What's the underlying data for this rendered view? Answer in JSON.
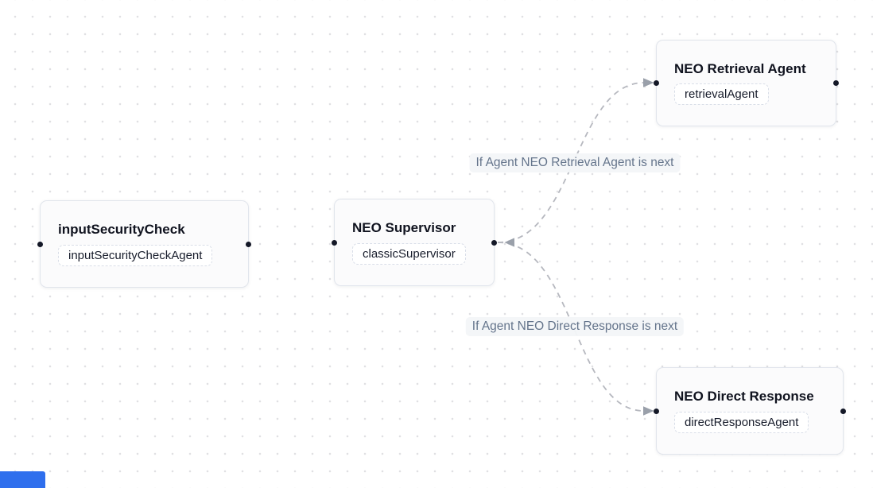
{
  "canvas": {
    "background_dot_color": "#e0e0e3",
    "edge_color": "#b6b8bf",
    "arrow_color": "#9aa0aa",
    "handle_color": "#141827",
    "accent_blue": "#2f6fed"
  },
  "nodes": [
    {
      "title": "inputSecurityCheck",
      "badge": "inputSecurityCheckAgent"
    },
    {
      "title": "NEO Supervisor",
      "badge": "classicSupervisor"
    },
    {
      "title": "NEO Retrieval Agent",
      "badge": "retrievalAgent"
    },
    {
      "title": "NEO Direct Response",
      "badge": "directResponseAgent"
    }
  ],
  "edges": [
    {
      "from": "NEO Supervisor",
      "to": "NEO Retrieval Agent",
      "label": "If Agent NEO Retrieval Agent is next"
    },
    {
      "from": "NEO Supervisor",
      "to": "NEO Direct Response",
      "label": "If Agent NEO Direct Response is next"
    }
  ]
}
